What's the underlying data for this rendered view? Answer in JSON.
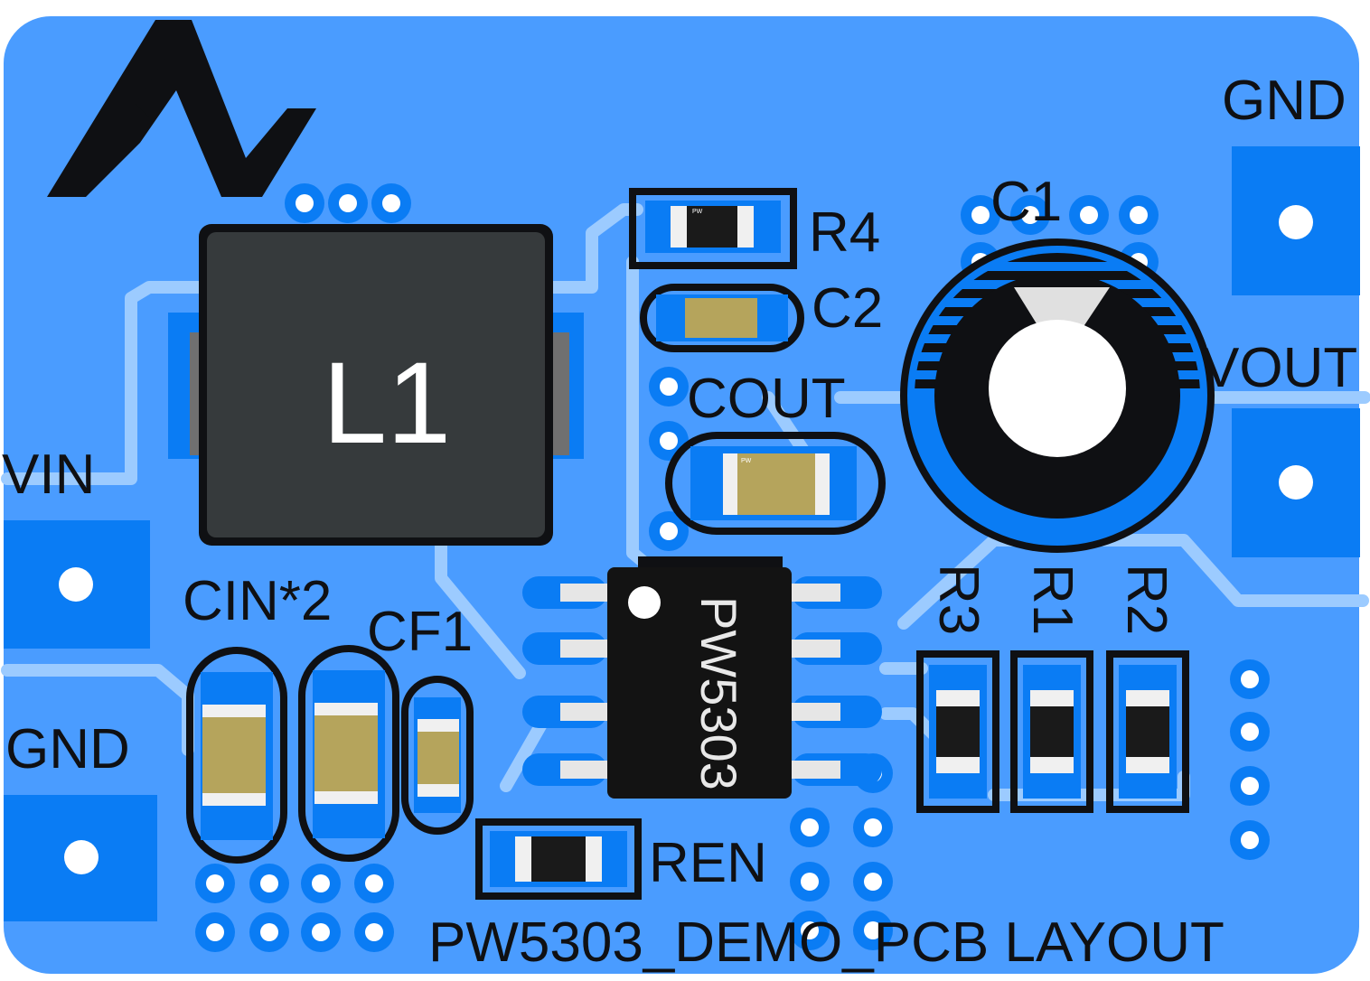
{
  "board": {
    "title": "PW5303_DEMO_PCB LAYOUT",
    "chip_label": "PW5303",
    "inductor_label": "L1",
    "logo": "PW",
    "pad_marking": "PW"
  },
  "labels": {
    "gnd_top": "GND",
    "vout": "VOUT",
    "vin": "VIN",
    "gnd_left": "GND",
    "r4": "R4",
    "c1": "C1",
    "c2": "C2",
    "cout": "COUT",
    "cin": "CIN*2",
    "cf1": "CF1",
    "r3": "R3",
    "r1": "R1",
    "r2": "R2",
    "ren": "REN"
  },
  "colors": {
    "board": "#4a9cff",
    "copper": "#0a7cf4",
    "trace": "#9ccbff",
    "silkscreen": "#0f1013",
    "inductor": "#363a3c",
    "capacitor": "#b5a45c",
    "resistor": "#1a1a1a",
    "ic": "#131313"
  }
}
